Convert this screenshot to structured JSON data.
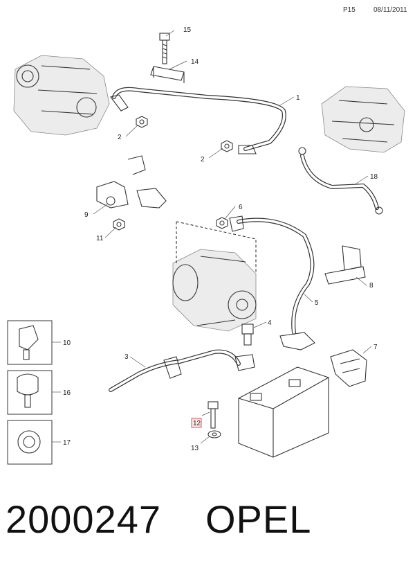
{
  "header": {
    "page_code": "P15",
    "date": "08/11/2011"
  },
  "callouts": {
    "c1": "1",
    "c2a": "2",
    "c2b": "2",
    "c3": "3",
    "c4": "4",
    "c5": "5",
    "c6": "6",
    "c7": "7",
    "c8": "8",
    "c9": "9",
    "c10": "10",
    "c11": "11",
    "c12": "12",
    "c13": "13",
    "c14": "14",
    "c15": "15",
    "c16": "16",
    "c17": "17",
    "c18": "18"
  },
  "highlight_color": "#d9534f",
  "footer": {
    "part_number": "2000247",
    "brand": "OPEL"
  }
}
